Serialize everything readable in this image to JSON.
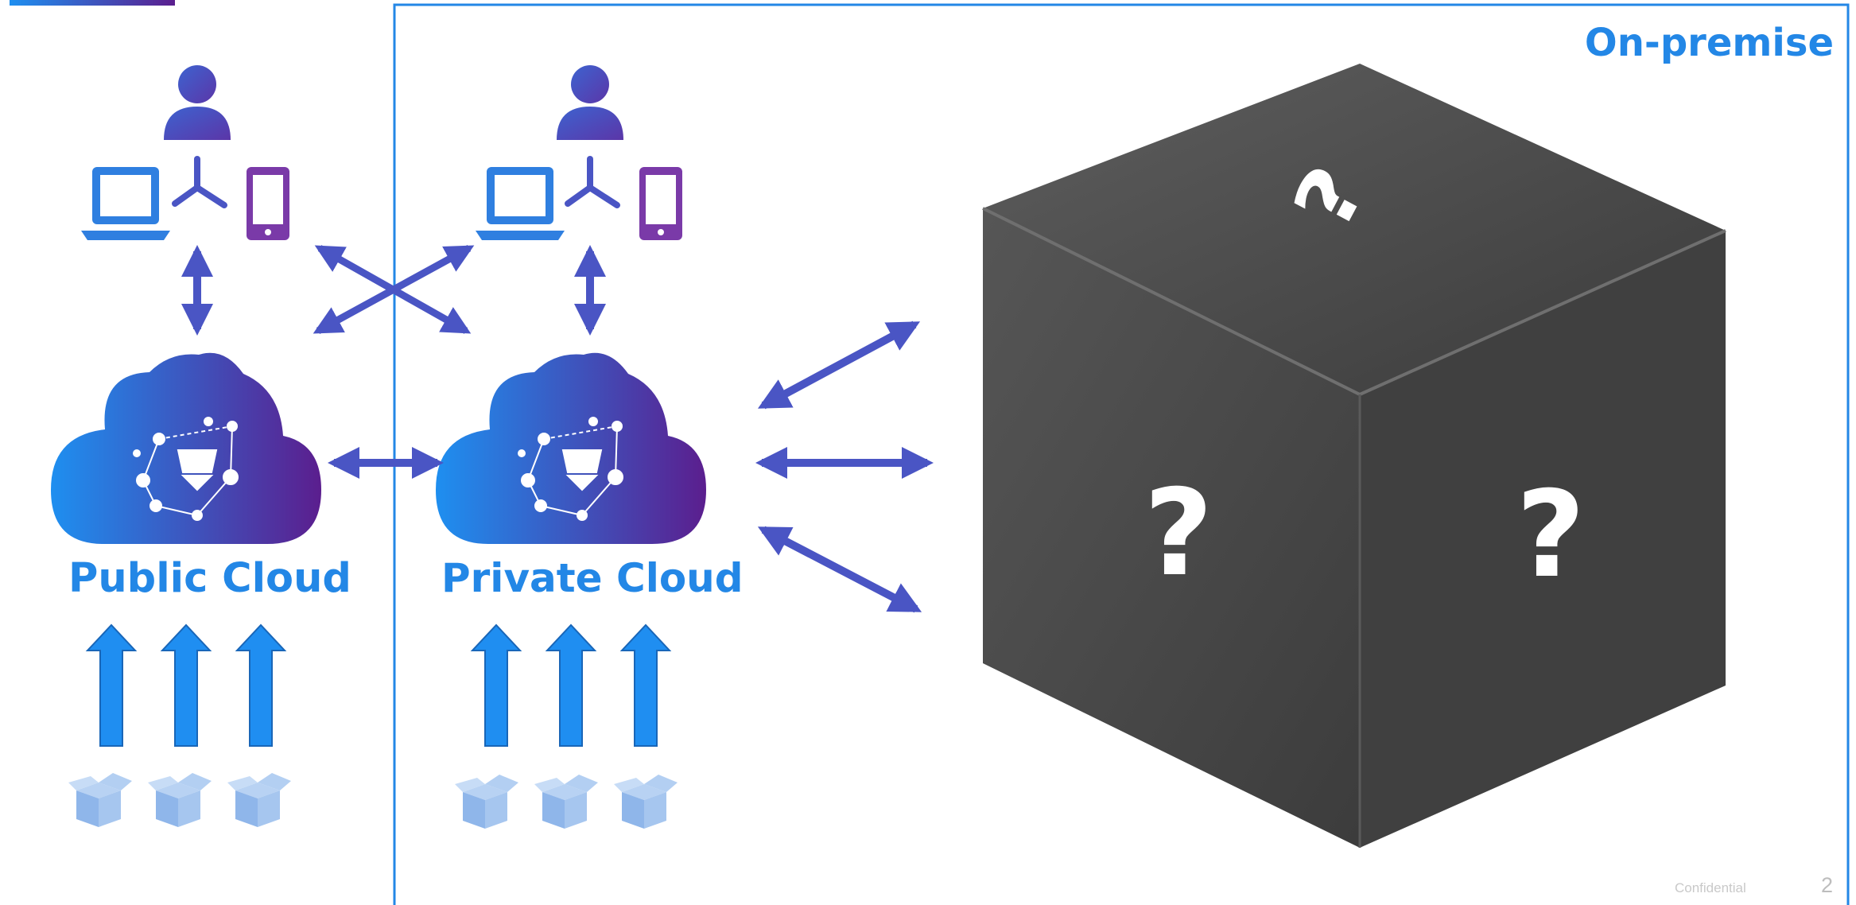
{
  "labels": {
    "on_premise": "On-premise",
    "public_cloud": "Public Cloud",
    "private_cloud": "Private Cloud"
  },
  "footer": {
    "confidential": "Confidential",
    "page_number": "2"
  },
  "cube": {
    "marks": [
      "?",
      "?",
      "?"
    ]
  },
  "colors": {
    "accent_blue": "#2387e6",
    "arrow_indigo": "#4a55c4",
    "gradient_start": "#1e8ff0",
    "gradient_end": "#5b1e8e",
    "cube_dark": "#3f3f3f",
    "box_light": "#8fb6ea"
  },
  "icons": [
    "user-icon",
    "laptop-icon",
    "phone-icon",
    "cloud-icon",
    "network-icon",
    "package-box-icon",
    "mystery-cube-icon"
  ]
}
